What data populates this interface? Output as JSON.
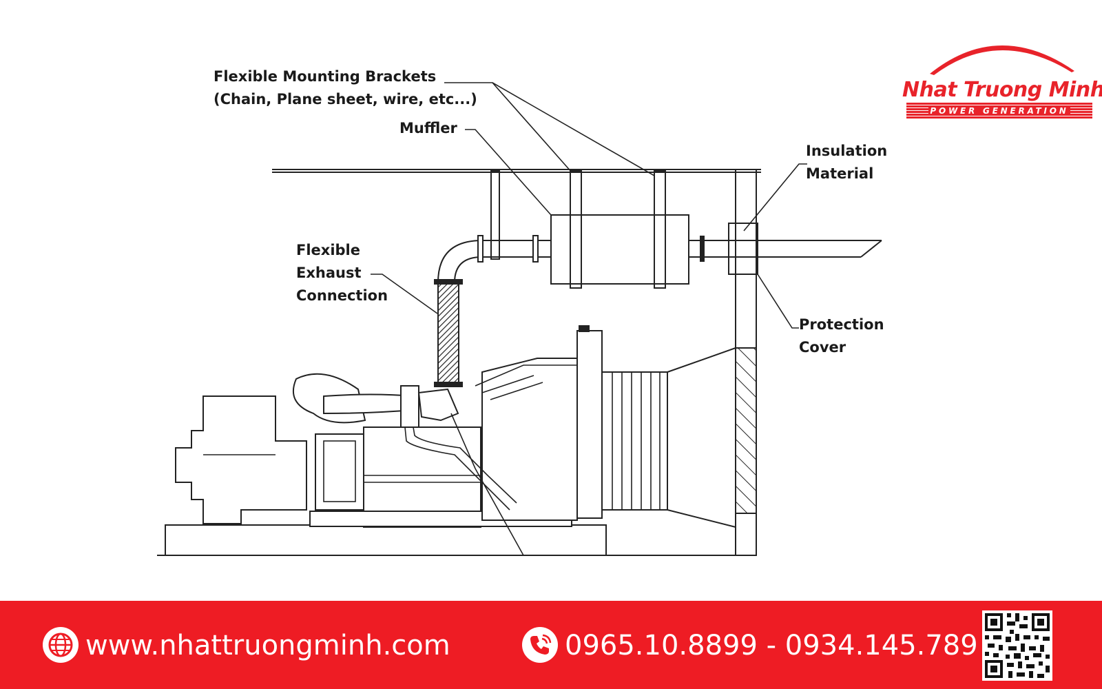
{
  "diagram": {
    "labels": {
      "brackets_line1": "Flexible Mounting Brackets",
      "brackets_line2": "(Chain, Plane sheet, wire, etc...)",
      "muffler": "Muffler",
      "insulation_line1": "Insulation",
      "insulation_line2": "Material",
      "flex_line1": "Flexible",
      "flex_line2": "Exhaust",
      "flex_line3": "Connection",
      "protection_line1": "Protection",
      "protection_line2": "Cover"
    }
  },
  "logo": {
    "name": "Nhat Truong Minh",
    "tagline": "POWER GENERATION",
    "color": "#e8232a"
  },
  "footer": {
    "background": "#ee1c24",
    "website_icon": "globe-icon",
    "website": "www.nhattruongminh.com",
    "phone_icon": "phone-icon",
    "phone": "0965.10.8899 - 0934.145.789",
    "qr": "qr-code"
  }
}
